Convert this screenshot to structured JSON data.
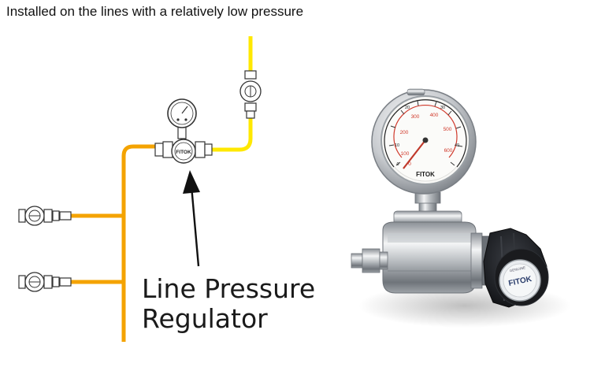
{
  "caption": "Installed on the lines with a relatively low pressure",
  "callout": {
    "line1": "Line Pressure",
    "line2": "Regulator"
  },
  "diagram": {
    "regulator_brand": "FITOK"
  },
  "photo": {
    "gauge_brand": "FITOK",
    "knob_brand": "FITOK",
    "knob_ring_text": "GENUINE",
    "gauge_outer_scale": [
      "0",
      "100",
      "200",
      "300",
      "400",
      "500",
      "600"
    ],
    "gauge_inner_scale": [
      "0",
      "10",
      "20",
      "30",
      "40"
    ]
  },
  "colors": {
    "low_pressure_line": "#f4a300",
    "outlet_line": "#ffe800",
    "steel_dark": "#6e7378",
    "knob": "#1c1e22",
    "gauge_needle": "#c0392b",
    "gauge_scale": "#d0392b"
  }
}
